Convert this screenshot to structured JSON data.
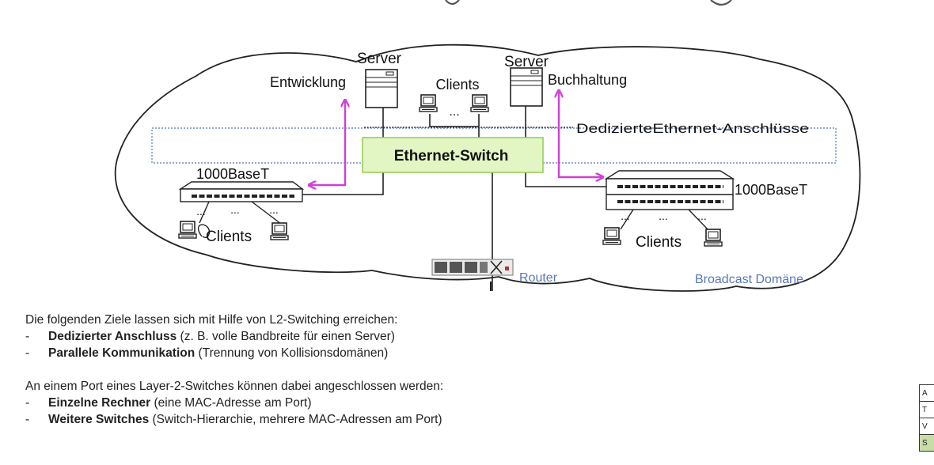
{
  "diagram": {
    "switch_label": "Ethernet-Switch",
    "servers": {
      "left": "Server",
      "right": "Server"
    },
    "dept_labels": {
      "left": "Entwicklung",
      "right": "Buchhaltung"
    },
    "clients_top": "Clients",
    "ellipsis": "...",
    "dedicated_label": "DedizierteEthernet-Anschlüsse",
    "hub_left_label": "1000BaseT",
    "hub_right_label": "1000BaseT",
    "clients_left": "Clients",
    "clients_right": "Clients",
    "router_label": "Router",
    "broadcast_label": "Broadcast Domäne",
    "colors": {
      "arrow": "#d040d8",
      "switch_fill": "#e2f6c4",
      "switch_border": "#9acd5a",
      "blue_label": "#5a78b8",
      "dotted_box": "#6a8cc8"
    }
  },
  "text": {
    "intro": "Die folgenden Ziele lassen sich mit Hilfe von L2-Switching erreichen:",
    "goals": [
      {
        "bold": "Dedizierter Anschluss",
        "rest": " (z. B. volle Bandbreite  für einen Server)"
      },
      {
        "bold": "Parallele Kommunikation",
        "rest": " (Trennung von Kollisionsdomänen)"
      }
    ],
    "intro2": "An einem Port eines Layer-2-Switches können dabei angeschlossen werden:",
    "ports": [
      {
        "bold": "Einzelne Rechner",
        "rest": " (eine MAC-Adresse am Port)"
      },
      {
        "bold": "Weitere Switches",
        "rest": " (Switch-Hierarchie, mehrere MAC-Adressen am Port)"
      }
    ],
    "dash": "-"
  },
  "side_table": [
    "A",
    "T",
    "V",
    "S"
  ]
}
